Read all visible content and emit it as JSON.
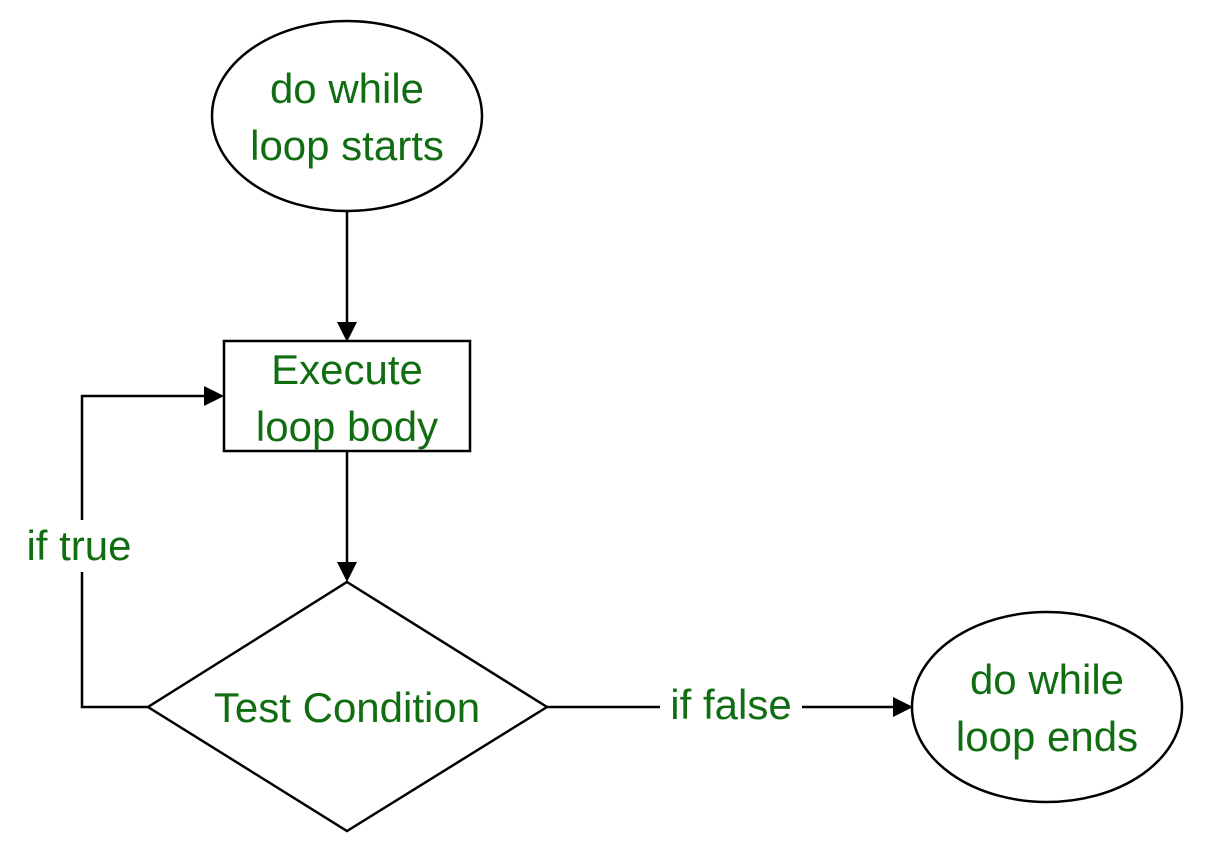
{
  "colors": {
    "text": "#116d11",
    "stroke": "#000000",
    "background": "#ffffff"
  },
  "nodes": {
    "start": {
      "shape": "ellipse",
      "line1": "do while",
      "line2": "loop starts"
    },
    "body": {
      "shape": "rectangle",
      "line1": "Execute",
      "line2": "loop body"
    },
    "condition": {
      "shape": "diamond",
      "label": "Test Condition"
    },
    "end": {
      "shape": "ellipse",
      "line1": "do while",
      "line2": "loop ends"
    }
  },
  "edges": {
    "start_to_body": {
      "from": "start",
      "to": "body",
      "label": ""
    },
    "body_to_condition": {
      "from": "body",
      "to": "condition",
      "label": ""
    },
    "condition_true": {
      "from": "condition",
      "to": "body",
      "label": "if true"
    },
    "condition_false": {
      "from": "condition",
      "to": "end",
      "label": "if false"
    }
  }
}
